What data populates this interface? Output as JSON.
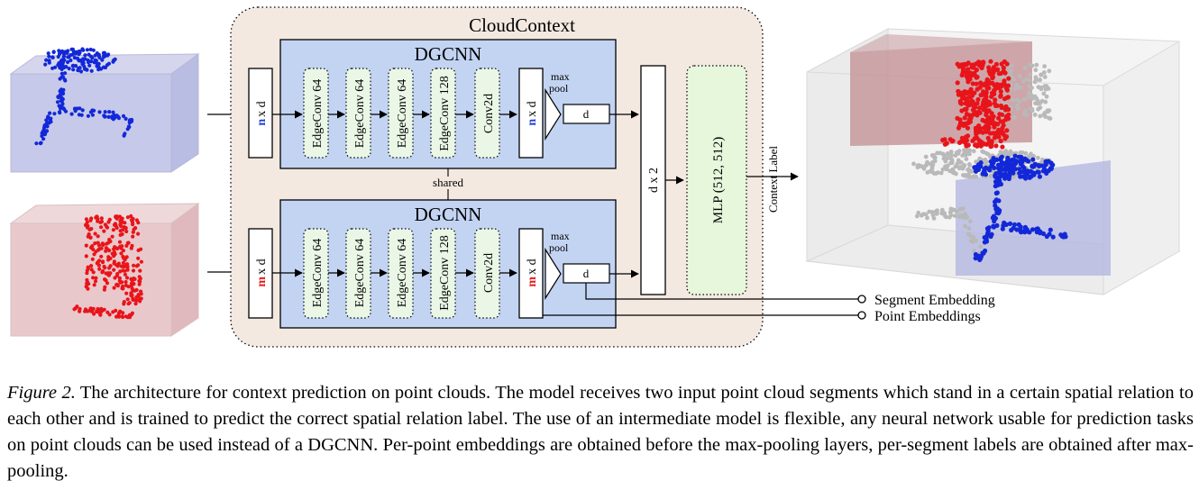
{
  "diagram": {
    "container_title": "CloudContext",
    "branches": [
      {
        "id": "top",
        "title": "DGCNN",
        "input_symbol": "n",
        "input_suffix": "x d",
        "layers": [
          "EdgeConv 64",
          "EdgeConv 64",
          "EdgeConv 64",
          "EdgeConv 128",
          "Conv2d"
        ],
        "pool_label_1": "max",
        "pool_label_2": "pool",
        "pooled": "d",
        "input_color": "#1f3fd0",
        "cloud_color": "#1228d8",
        "box_color": "#c7c9ea"
      },
      {
        "id": "bottom",
        "title": "DGCNN",
        "input_symbol": "m",
        "input_suffix": "x d",
        "layers": [
          "EdgeConv 64",
          "EdgeConv 64",
          "EdgeConv 64",
          "EdgeConv 128",
          "Conv2d"
        ],
        "pool_label_1": "max",
        "pool_label_2": "pool",
        "pooled": "d",
        "input_color": "#e0201c",
        "cloud_color": "#e8141a",
        "box_color": "#e9c8cb"
      }
    ],
    "shared_label": "shared",
    "concat": "d x 2",
    "mlp": "MLP (512, 512)",
    "output_label": "Context Label",
    "outputs": [
      "Segment Embedding",
      "Point Embeddings"
    ],
    "colors": {
      "dgcnn_fill": "#c3d4f3",
      "layer_fill": "#eaf7e6",
      "mlp_fill": "#e6f7dc",
      "container_fill": "#f3e9e1",
      "gray_points": "#b9b9b9"
    }
  },
  "caption": {
    "label": "Figure 2.",
    "text": " The architecture for context prediction on point clouds. The model receives two input point cloud segments which stand in a certain spatial relation to each other and is trained to predict the correct spatial relation label. The use of an intermediate model is flexible, any neural network usable for prediction tasks on point clouds can be used instead of a DGCNN. Per-point embeddings are obtained before the max-pooling layers, per-segment labels are obtained after max-pooling."
  }
}
